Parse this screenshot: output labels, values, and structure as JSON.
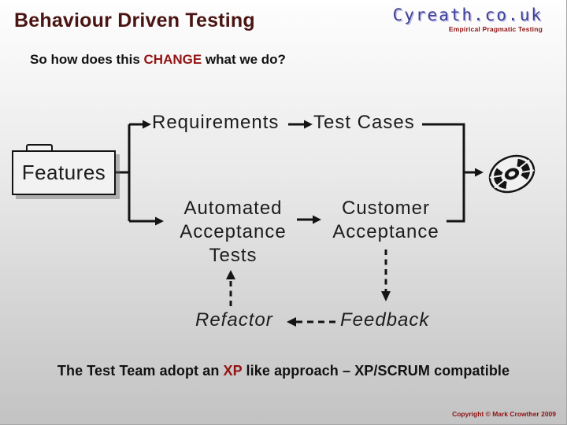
{
  "slide": {
    "title": "Behaviour Driven Testing",
    "subtitle": {
      "pre": "So how does this ",
      "highlight": "CHANGE",
      "post": " what we do?"
    },
    "footer": {
      "pre": "The Test Team adopt an ",
      "highlight": "XP",
      "post": " like approach – XP/SCRUM compatible"
    },
    "copyright": "Copyright © Mark Crowther 2009"
  },
  "logo": {
    "text": "Cyreath.co.uk",
    "tagline": "Empirical Pragmatic Testing"
  },
  "diagram": {
    "nodes": {
      "features": "Features",
      "requirements": "Requirements",
      "test_cases": "Test Cases",
      "automated_acceptance_tests": "Automated Acceptance Tests",
      "customer_acceptance": "Customer Acceptance",
      "refactor": "Refactor",
      "feedback": "Feedback"
    },
    "icons": {
      "folder": "features-folder-icon",
      "cd": "cd-disc-icon"
    }
  },
  "colors": {
    "title_maroon": "#4a1412",
    "highlight_red": "#931414",
    "logo_blue": "#3a3f96",
    "logo_shadow": "#c6bfe6",
    "tagline_red": "#8f1111",
    "line_black": "#141414",
    "bg_top": "#fefefe",
    "bg_bottom": "#c3c3c3"
  }
}
